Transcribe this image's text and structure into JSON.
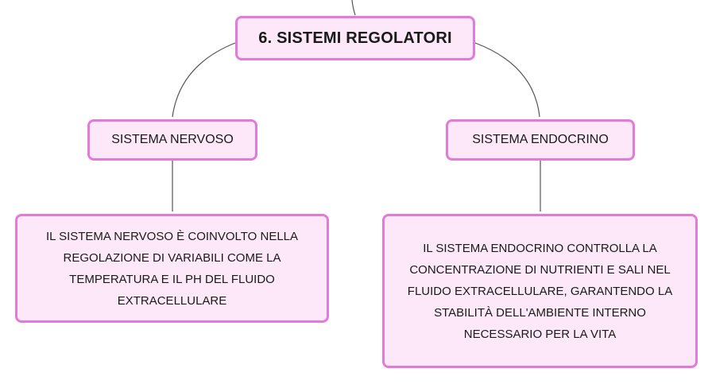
{
  "colors": {
    "node_fill": "#fce8f9",
    "node_border": "#e37ad9",
    "connector": "#555555"
  },
  "root": {
    "label": "6. SISTEMI REGOLATORI"
  },
  "branches": [
    {
      "title": "SISTEMA NERVOSO",
      "description": "IL SISTEMA NERVOSO È COINVOLTO NELLA REGOLAZIONE DI VARIABILI COME LA TEMPERATURA E IL PH DEL FLUIDO EXTRACELLULARE"
    },
    {
      "title": "SISTEMA ENDOCRINO",
      "description": "IL SISTEMA ENDOCRINO CONTROLLA LA CONCENTRAZIONE DI NUTRIENTI E SALI NEL FLUIDO EXTRACELLULARE, GARANTENDO LA STABILITÀ DELL'AMBIENTE INTERNO NECESSARIO PER LA VITA"
    }
  ]
}
